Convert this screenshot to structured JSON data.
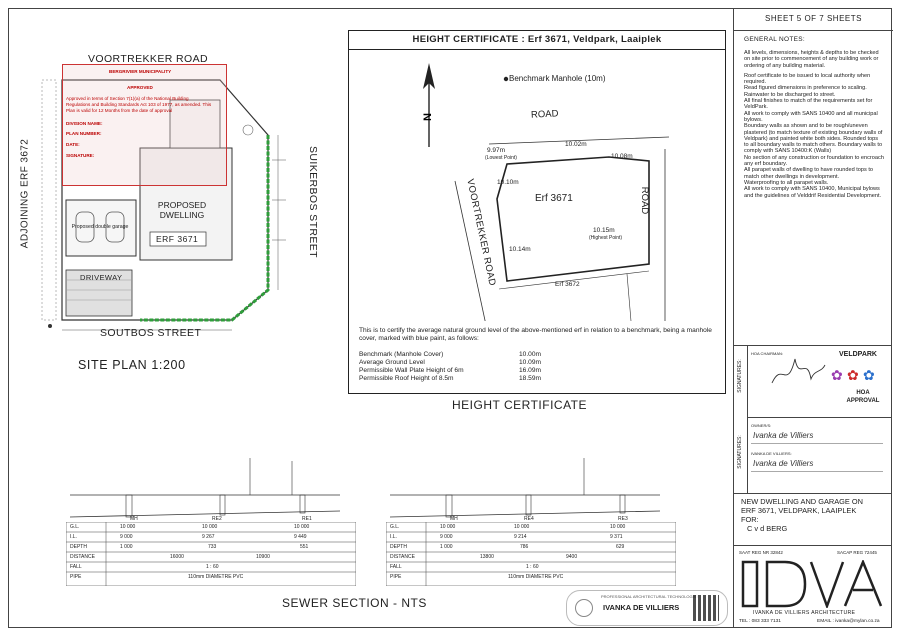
{
  "sheet": "SHEET 5 OF 7 SHEETS",
  "notes_title": "GENERAL NOTES:",
  "notes": [
    "All levels, dimensions, heights & depths to be checked on site prior to commencement of any building work or ordering of any building material.",
    "Roof certificate to be issued to local authority when required.",
    "Read figured dimensions in preference to scaling.",
    "Rainwater to be discharged to street.",
    "All final finishes to match of the requirements set for VeldPark.",
    "All work to comply with SANS 10400 and all municipal bylows.",
    "Boundary walls as shown and to be rough/uneven plastered (to match texture of existing boundary walls of Veldpark) and painted white both sides. Rounded tops to all boundary walls to match others. Boundary walls to comply with SANS 10400:K (Walls)",
    "No section of any construction or foundation to encroach any erf boundary.",
    "All parapet walls of dwelling to have rounded tops to match other dwellings in development.",
    "Waterproofing to all parapet walls.",
    "All work to comply with SANS 10400, Municipal bylows and the guidelines of Velddrif Residential Development."
  ],
  "height_certificate": {
    "title": "HEIGHT CERTIFICATE : Erf 3671, Veldpark, Laaiplek",
    "benchmark_label": "Benchmark Manhole (10m)",
    "road_top": "ROAD",
    "road_right": "ROAD",
    "road_left": "VOORTREKKER ROAD",
    "erf": "Erf 3671",
    "erf_below": "Erf 3672",
    "levels": {
      "lowest": "9.97m",
      "lowest_note": "(Lowest Point)",
      "top_mid": "10.02m",
      "top_right": "10.08m",
      "left_mid": "10.10m",
      "highest": "10.15m",
      "highest_note": "(Highest Point)",
      "bottom_left": "10.14m"
    },
    "certify_text": "This is to certify the average natural ground level of the above-mentioned erf in relation to a benchmark, being a manhole cover, marked with blue paint, as follows:",
    "rows": [
      {
        "label": "Benchmark (Manhole Cover)",
        "value": "10.00m"
      },
      {
        "label": "Average Ground Level",
        "value": "10.09m"
      },
      {
        "label": "Permissible Wall Plate Height of 6m",
        "value": "16.09m"
      },
      {
        "label": "Permissible Roof Height of 8.5m",
        "value": "18.59m"
      }
    ],
    "caption": "HEIGHT CERTIFICATE"
  },
  "site_plan": {
    "caption": "SITE PLAN 1:200",
    "street_top": "VOORTREKKER ROAD",
    "street_right": "SUIKERBOS STREET",
    "street_bottom": "SOUTBOS STREET",
    "adjoining": "ADJOINING ERF 3672",
    "dwelling": "PROPOSED DWELLING",
    "erf": "ERF 3671",
    "driveway": "DRIVEWAY",
    "garage": "Proposed double garage",
    "approval": {
      "title": "BERGRIVIER MUNICIPALITY",
      "status": "APPROVED",
      "text1": "Approved in terms of Section 7(1)(a) of the National Building",
      "text2": "Regulations and Building Standards Act 103 of 1977, as amended. This",
      "text3": "Plan is valid for 12 Months from the date of approval",
      "fields": [
        "DIVISION NAME:",
        "PLAN NUMBER:",
        "DATE:",
        "SIGNATURE:"
      ]
    }
  },
  "sewer": {
    "caption": "SEWER SECTION - NTS",
    "table1": {
      "cols": [
        "MH",
        "RE2",
        "RE1"
      ],
      "rows": [
        {
          "label": "G.L.",
          "values": [
            "10 000",
            "10 000",
            "10 000"
          ]
        },
        {
          "label": "I.L.",
          "values": [
            "9 000",
            "9 267",
            "9 449"
          ]
        },
        {
          "label": "DEPTH",
          "values": [
            "1 000",
            "733",
            "551"
          ]
        },
        {
          "label": "DISTANCE",
          "values": [
            "16000",
            "10900",
            ""
          ]
        },
        {
          "label": "FALL",
          "values": [
            "1 : 60"
          ]
        },
        {
          "label": "PIPE",
          "values": [
            "110mm DIAMETRE PVC"
          ]
        }
      ]
    },
    "table2": {
      "cols": [
        "MH",
        "RE4",
        "RE3"
      ],
      "rows": [
        {
          "label": "G.L.",
          "values": [
            "10 000",
            "10 000",
            "10 000"
          ]
        },
        {
          "label": "I.L.",
          "values": [
            "9 000",
            "9 214",
            "9 371"
          ]
        },
        {
          "label": "DEPTH",
          "values": [
            "1 000",
            "786",
            "629"
          ]
        },
        {
          "label": "DISTANCE",
          "values": [
            "13800",
            "9400",
            ""
          ]
        },
        {
          "label": "FALL",
          "values": [
            "1 : 60"
          ]
        },
        {
          "label": "PIPE",
          "values": [
            "110mm DIAMETRE PVC"
          ]
        }
      ]
    }
  },
  "signatures": {
    "side_label": "SIGNATURES:",
    "hoa_label": "HOA CHAIRMAN:",
    "veldpark": "VELDPARK",
    "hoa_approval": "HOA APPROVAL",
    "owner_label": "OWNER/S:",
    "owner_name": "Ivanka de Villiers",
    "designer_label": "IVANKA DE VILLIERS:",
    "designer_sig": "Ivanka de Villiers"
  },
  "project": {
    "line1": "NEW DWELLING AND GARAGE ON",
    "line2": "ERF 3671, VELDPARK, LAAIPLEK",
    "line3": "FOR:",
    "line4": "C v d BERG"
  },
  "firm": {
    "saat": "SAAT REG NR 32842",
    "sacap": "SACAP REG 72445",
    "name": "IVANKA DE VILLIERS ARCHITECTURE",
    "tel": "TEL : 083 333 7131",
    "email": "EMAIL : ivanka@mylan.co.za",
    "stamp_role": "PROFESSIONAL ARCHITECTURAL TECHNOLOGIST",
    "stamp_name": "IVANKA DE VILLIERS"
  },
  "colors": {
    "approval_red": "#cc2222",
    "boundary_green": "#2e9e3a",
    "hoa_red": "#cc2a2a"
  }
}
